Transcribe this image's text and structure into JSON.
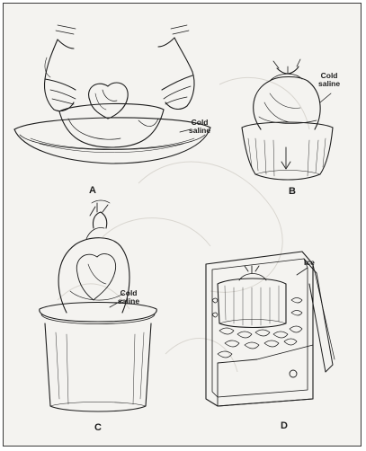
{
  "figure": {
    "panels": [
      {
        "letter": "A",
        "callout_line1": "Cold",
        "callout_line2": "saline"
      },
      {
        "letter": "B",
        "callout_line1": "Cold",
        "callout_line2": "saline"
      },
      {
        "letter": "C",
        "callout_line1": "Cold",
        "callout_line2": "saline"
      },
      {
        "letter": "D",
        "callout": "Ice"
      }
    ]
  },
  "colors": {
    "ink": "#1c1c1c",
    "paper": "#f4f3f0",
    "border": "#3a3a3a"
  }
}
